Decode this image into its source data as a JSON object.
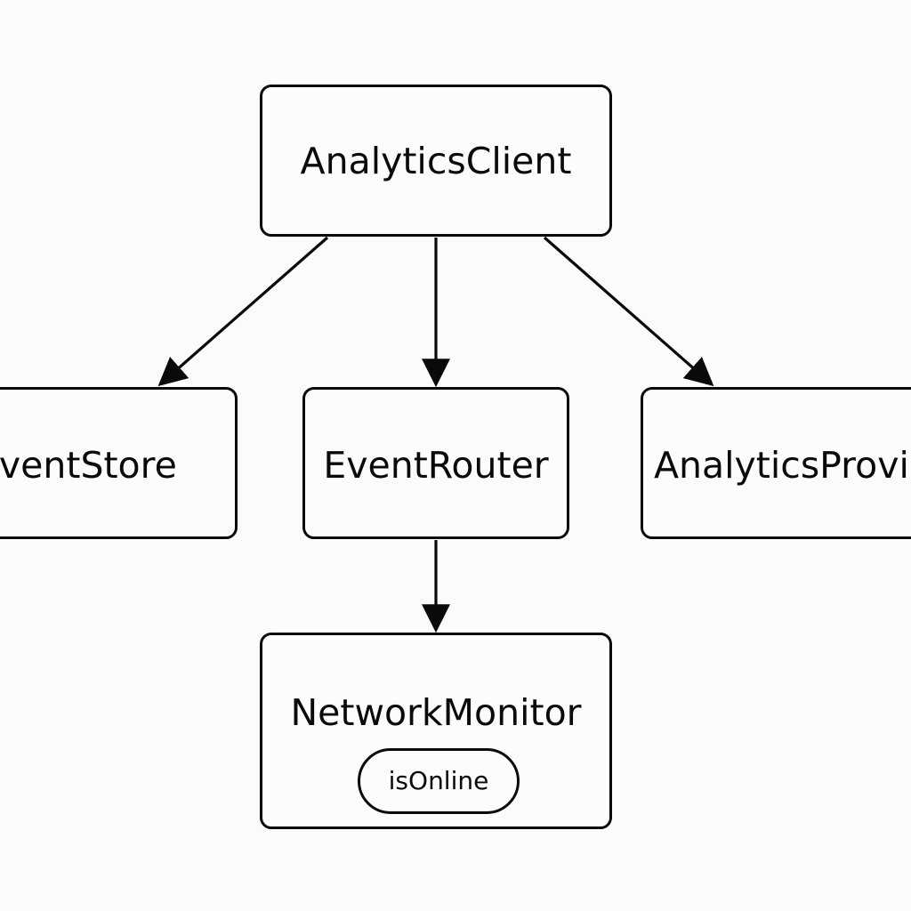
{
  "nodes": {
    "client": "AnalyticsClient",
    "store": "EventStore",
    "router": "EventRouter",
    "provider": "AnalyticsProvi",
    "monitor": "NetworkMonitor"
  },
  "monitor_property": "isOnline",
  "colors": {
    "stroke": "#0a0a0a",
    "background": "#fbfbfb"
  }
}
